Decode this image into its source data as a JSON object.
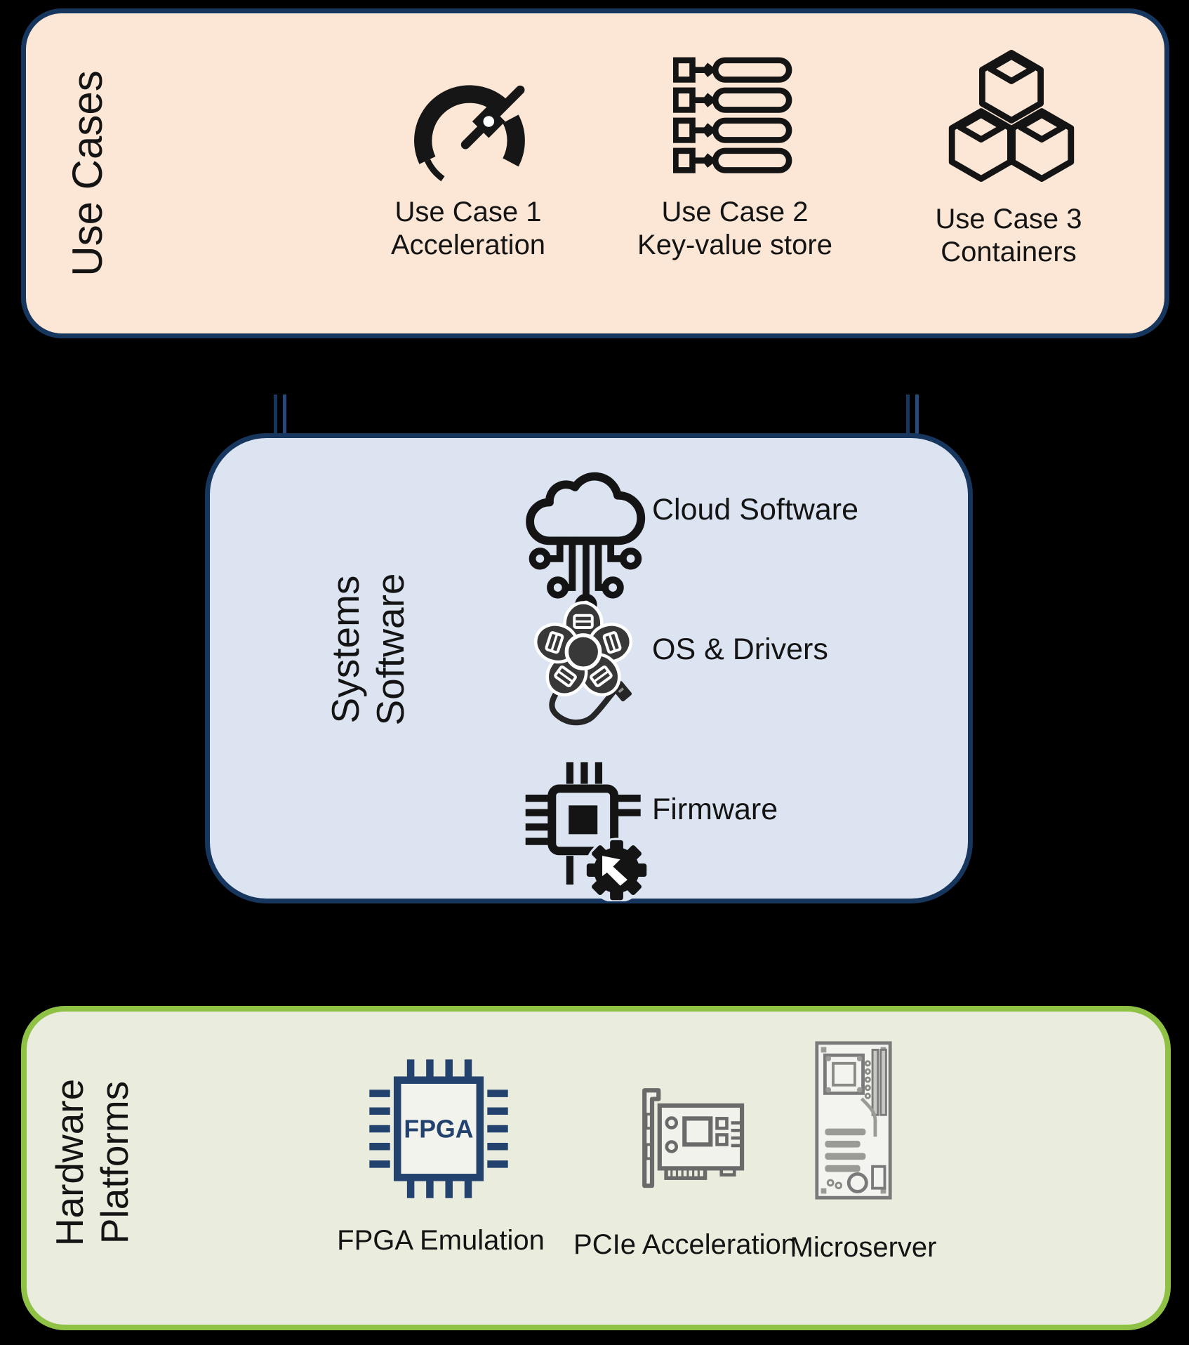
{
  "diagram": {
    "background_color": "#000000",
    "use_cases": {
      "label": "Use Cases",
      "fill": "#fce6d5",
      "border_color": "#17365d",
      "items": [
        {
          "title": "Use Case 1",
          "subtitle": "Acceleration",
          "icon": "speedometer-icon"
        },
        {
          "title": "Use Case 2",
          "subtitle": "Key-value store",
          "icon": "key-value-list-icon"
        },
        {
          "title": "Use Case 3",
          "subtitle": "Containers",
          "icon": "container-cubes-icon"
        }
      ]
    },
    "systems_software": {
      "label_line1": "Systems",
      "label_line2": "Software",
      "fill": "#dce4f2",
      "border_color": "#17365d",
      "items": [
        {
          "label": "Cloud Software",
          "icon": "cloud-circuit-icon"
        },
        {
          "label": "OS & Drivers",
          "icon": "os-hub-usb-icon"
        },
        {
          "label": "Firmware",
          "icon": "chip-gear-icon"
        }
      ]
    },
    "hardware_platforms": {
      "label_line1": "Hardware",
      "label_line2": "Platforms",
      "fill": "#eaeddd",
      "border_color": "#8fc145",
      "items": [
        {
          "label": "FPGA Emulation",
          "icon": "fpga-chip-icon",
          "chip_text": "FPGA"
        },
        {
          "label": "PCIe Acceleration",
          "icon": "pcie-card-icon"
        },
        {
          "label": "Microserver",
          "icon": "motherboard-icon"
        }
      ]
    }
  }
}
